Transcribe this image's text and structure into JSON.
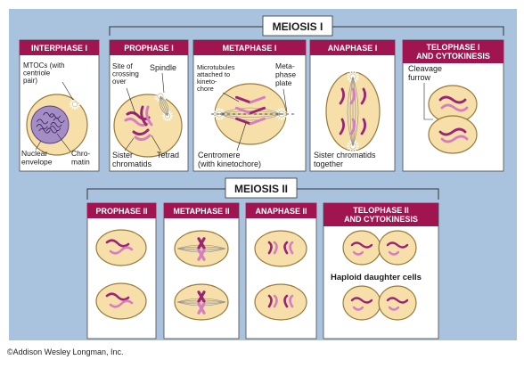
{
  "meiosis1": {
    "title": "MEIOSIS I",
    "panels": [
      "INTERPHASE I",
      "PROPHASE I",
      "METAPHASE I",
      "ANAPHASE I",
      "TELOPHASE I\nAND CYTOKINESIS"
    ]
  },
  "meiosis2": {
    "title": "MEIOSIS II",
    "panels": [
      "PROPHASE II",
      "METAPHASE II",
      "ANAPHASE II",
      "TELOPHASE II\nAND CYTOKINESIS"
    ]
  },
  "labels": {
    "mtocs": "MTOCs (with\ncentriole\npair)",
    "nuclear_envelope": "Nuclear\nenvelope",
    "chromatin": "Chro-\nmatin",
    "crossing_over": "Site of\ncrossing\nover",
    "spindle": "Spindle",
    "sister_chromatids": "Sister\nchromatids",
    "tetrad": "Tetrad",
    "microtubules": "Microtubules\nattached to\nkineto-\nchore",
    "metaphase_plate": "Meta-\nphase\nplate",
    "centromere": "Centromere\n(with kinetochore)",
    "sister_together": "Sister chromatids\ntogether",
    "cleavage_furrow": "Cleavage\nfurrow",
    "haploid": "Haploid daughter cells"
  },
  "credit": "©Addison Wesley Longman, Inc.",
  "colors": {
    "background": "#a9c3de",
    "panel_header": "#a0154f",
    "title_box": "#ffffff",
    "cell": "#f6dfa8",
    "cell_edge": "#9a7a3c",
    "chromosome": "#9b2477",
    "chromosome_light": "#d77ec0",
    "nucleus": "#a48dc4",
    "spindle": "#8a8a8a",
    "aster": "#ffffff"
  }
}
